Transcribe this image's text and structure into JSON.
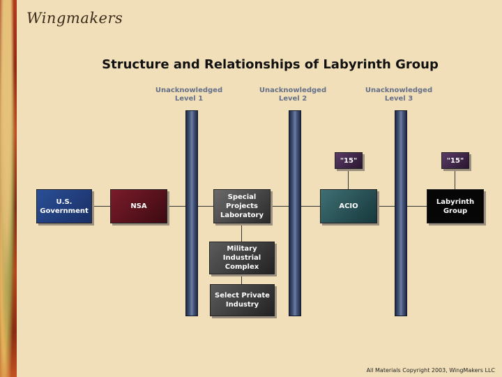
{
  "logo_text": "Wingmakers",
  "title": "Structure and Relationships of Labyrinth Group",
  "levels": [
    {
      "label": "Unacknowledged\nLevel 1"
    },
    {
      "label": "Unacknowledged\nLevel 2"
    },
    {
      "label": "Unacknowledged\nLevel 3"
    }
  ],
  "nodes": {
    "usgov": "U.S.\nGovernment",
    "nsa": "NSA",
    "special": "Special\nProjects\nLaboratory",
    "military": "Military\nIndustrial\nComplex",
    "private": "Select Private\nIndustry",
    "acio": "ACIO",
    "labyrinth": "Labyrinth\nGroup",
    "acio_15": "\"15\"",
    "labyrinth_15": "\"15\""
  },
  "footer": "All Materials Copyright 2003, WingMakers LLC"
}
